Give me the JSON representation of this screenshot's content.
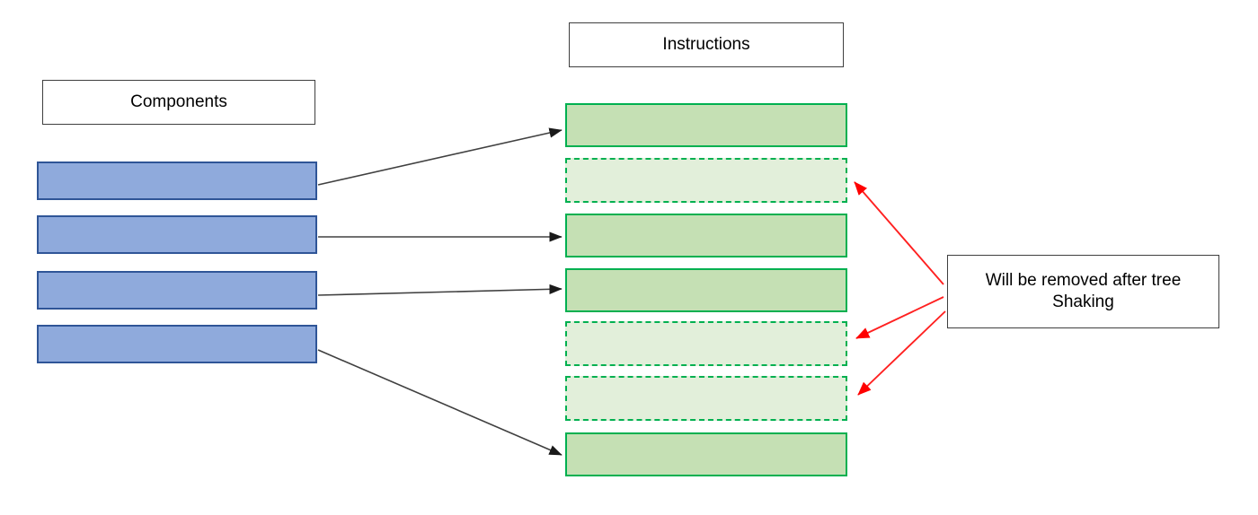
{
  "diagram": {
    "title_boxes": {
      "components": "Components",
      "instructions": "Instructions"
    },
    "annotation": {
      "note": "Will be removed after tree\nShaking"
    },
    "colors": {
      "component_fill": "#8faadc",
      "component_border": "#2f5597",
      "instruction_kept_fill": "#c5e0b4",
      "instruction_removed_fill": "#e2efda",
      "instruction_border": "#00b050",
      "label_border": "#3f3f3f",
      "mapping_arrow": "#404040",
      "annotation_arrow": "#ff0000"
    },
    "components": [
      {
        "id": "component-1",
        "label": ""
      },
      {
        "id": "component-2",
        "label": ""
      },
      {
        "id": "component-3",
        "label": ""
      },
      {
        "id": "component-4",
        "label": ""
      }
    ],
    "instructions": [
      {
        "id": "instruction-1",
        "label": "",
        "state": "kept"
      },
      {
        "id": "instruction-2",
        "label": "",
        "state": "removed"
      },
      {
        "id": "instruction-3",
        "label": "",
        "state": "kept"
      },
      {
        "id": "instruction-4",
        "label": "",
        "state": "kept"
      },
      {
        "id": "instruction-5",
        "label": "",
        "state": "removed"
      },
      {
        "id": "instruction-6",
        "label": "",
        "state": "removed"
      },
      {
        "id": "instruction-7",
        "label": "",
        "state": "kept"
      }
    ],
    "mapping_arrows": [
      {
        "from": "component-1",
        "to": "instruction-1"
      },
      {
        "from": "component-2",
        "to": "instruction-3"
      },
      {
        "from": "component-3",
        "to": "instruction-4"
      },
      {
        "from": "component-4",
        "to": "instruction-7"
      }
    ],
    "annotation_arrows": [
      {
        "from": "note",
        "to": "instruction-2"
      },
      {
        "from": "note",
        "to": "instruction-5"
      },
      {
        "from": "note",
        "to": "instruction-6"
      }
    ]
  }
}
